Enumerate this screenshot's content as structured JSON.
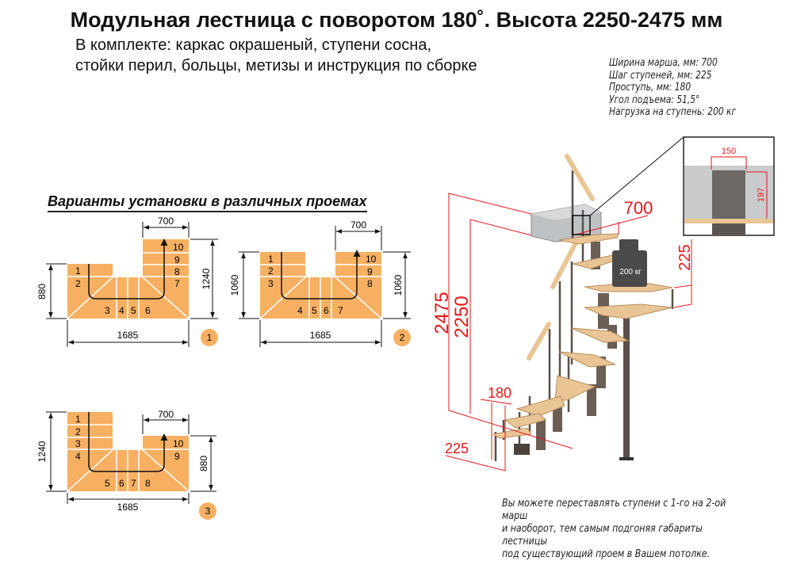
{
  "header": {
    "title": "Модульная лестница с поворотом 180˚. Высота 2250-2475 мм",
    "kit_line1": "В комплекте: каркас окрашеный, ступени сосна,",
    "kit_line2": "стойки перил, больцы, метизы и инструкция по сборке"
  },
  "specs": [
    "Ширина марша, мм: 700",
    "Шаг ступеней, мм: 225",
    "Проступь, мм: 180",
    "Угол подъема: 51,5°",
    "Нагрузка на ступень: 200 кг"
  ],
  "variants_title": "Варианты установки в различных проемах",
  "plans": [
    {
      "number": "1",
      "width": "1685",
      "march": "700",
      "left_h": "880",
      "right_h": "1240",
      "steps": [
        "1",
        "2",
        "3",
        "4",
        "5",
        "6",
        "7",
        "8",
        "9",
        "10"
      ]
    },
    {
      "number": "2",
      "width": "1685",
      "march": "700",
      "left_h": "1060",
      "right_h": "1060",
      "steps": [
        "1",
        "2",
        "3",
        "4",
        "5",
        "6",
        "7",
        "8",
        "9",
        "10"
      ]
    },
    {
      "number": "3",
      "width": "1685",
      "march": "700",
      "left_h": "1240",
      "right_h": "880",
      "steps": [
        "1",
        "2",
        "3",
        "4",
        "5",
        "6",
        "7",
        "8",
        "9",
        "10"
      ]
    }
  ],
  "stair": {
    "height_max": "2475",
    "height_min": "2250",
    "march_width": "700",
    "step_rise": "225",
    "tread": "180",
    "step_pitch": "225",
    "load_label": "200 кг",
    "inset_w": "150",
    "inset_h": "197"
  },
  "note": [
    "Вы можете переставлять ступени с 1-го на 2-ой марш",
    "и наоборот, тем самым подгоняя габариты лестницы",
    "под существующий проем в Вашем потолке."
  ],
  "colors": {
    "step": "#f7b062",
    "dim": "#e8161b",
    "metal": "#5a5049",
    "wood": "#e9c595"
  }
}
